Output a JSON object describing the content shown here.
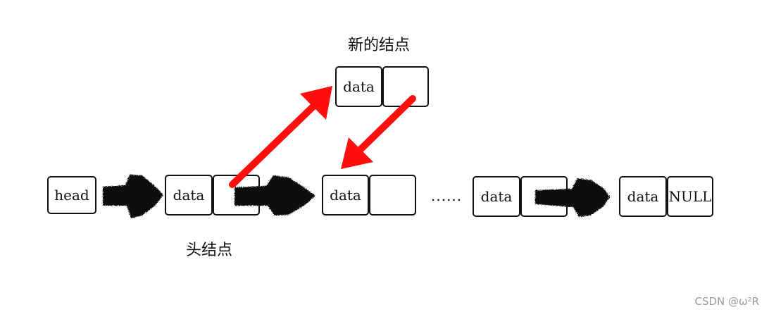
{
  "labels": {
    "new_node": "新的结点",
    "head_node": "头结点",
    "ellipsis": "......",
    "watermark": "CSDN @ω²R"
  },
  "nodes": {
    "head": "head",
    "data": "data",
    "null": "NULL"
  },
  "colors": {
    "pointer_arrow": "#111111",
    "insert_arrow": "#ff0e0e",
    "box_border": "#111111"
  }
}
